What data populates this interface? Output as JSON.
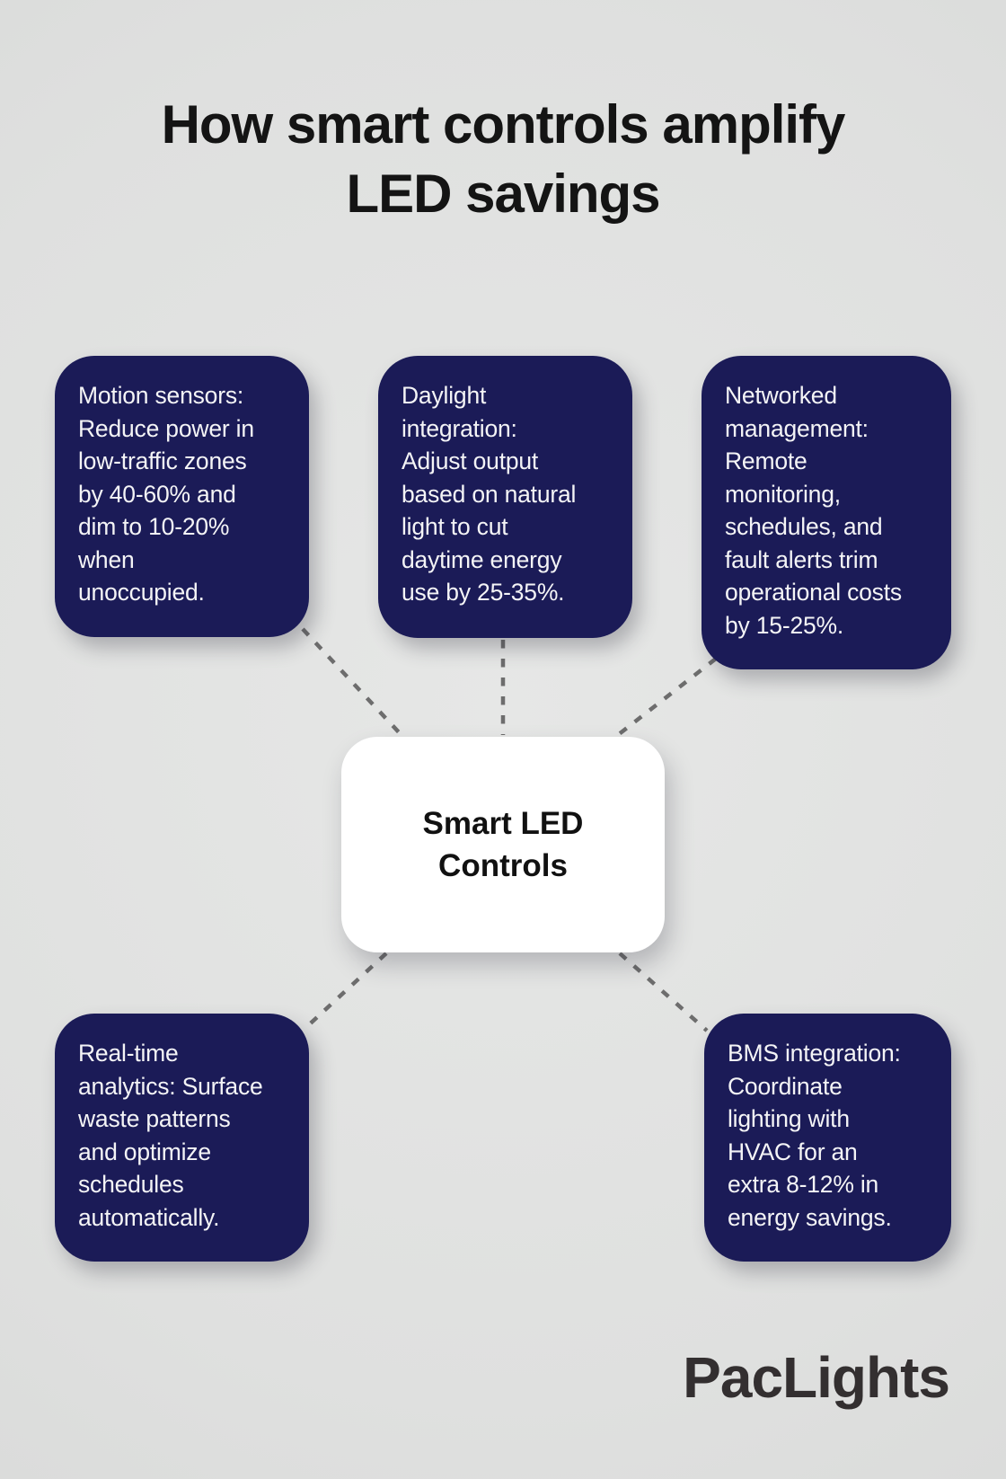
{
  "title": "How smart controls amplify\nLED savings",
  "center_node": {
    "label": "Smart LED\nControls"
  },
  "cards": [
    {
      "name": "motion-sensors",
      "text": "Motion sensors:\nReduce power in\nlow-traffic zones\nby 40-60% and\ndim to 10-20%\nwhen\nunoccupied."
    },
    {
      "name": "daylight-integration",
      "text": "Daylight\nintegration:\nAdjust output\nbased on natural\nlight to cut\ndaytime energy\nuse by 25-35%."
    },
    {
      "name": "networked-management",
      "text": "Networked\nmanagement:\nRemote\nmonitoring,\nschedules, and\nfault alerts trim\noperational costs\nby 15-25%."
    },
    {
      "name": "real-time-analytics",
      "text": "Real-time\nanalytics: Surface\nwaste patterns\nand optimize\nschedules\nautomatically."
    },
    {
      "name": "bms-integration",
      "text": "BMS integration:\nCoordinate\nlighting with\nHVAC for an\nextra 8-12% in\nenergy savings."
    }
  ],
  "brand": {
    "logo_text": "PacLights"
  },
  "colors": {
    "background": "#dfe0df",
    "card_bg": "#1b1b57",
    "card_text": "#f4f4f6",
    "center_bg": "#ffffff",
    "connector": "#6d6d6d",
    "title_text": "#141414"
  }
}
